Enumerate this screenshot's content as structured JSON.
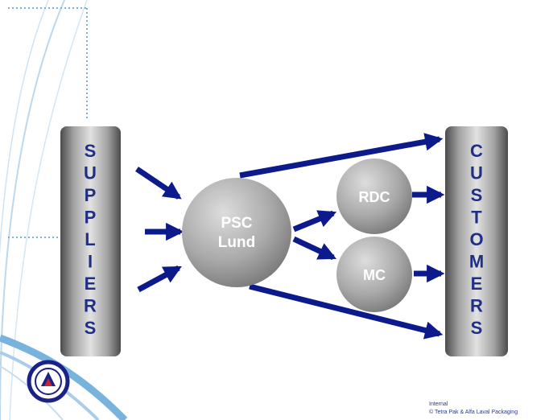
{
  "diagram": {
    "suppliers_label": "SUPPLIERS",
    "customers_label": "CUSTOMERS",
    "nodes": {
      "psc_line1": "PSC",
      "psc_line2": "Lund",
      "rdc": "RDC",
      "mc": "MC"
    }
  },
  "footer": {
    "line1": "Internal",
    "line2": "© Tetra Pak & Alfa Laval Packaging"
  },
  "colors": {
    "arrow": "#0d1a8c",
    "text": "#1f2f86",
    "background": "#ffffff"
  }
}
